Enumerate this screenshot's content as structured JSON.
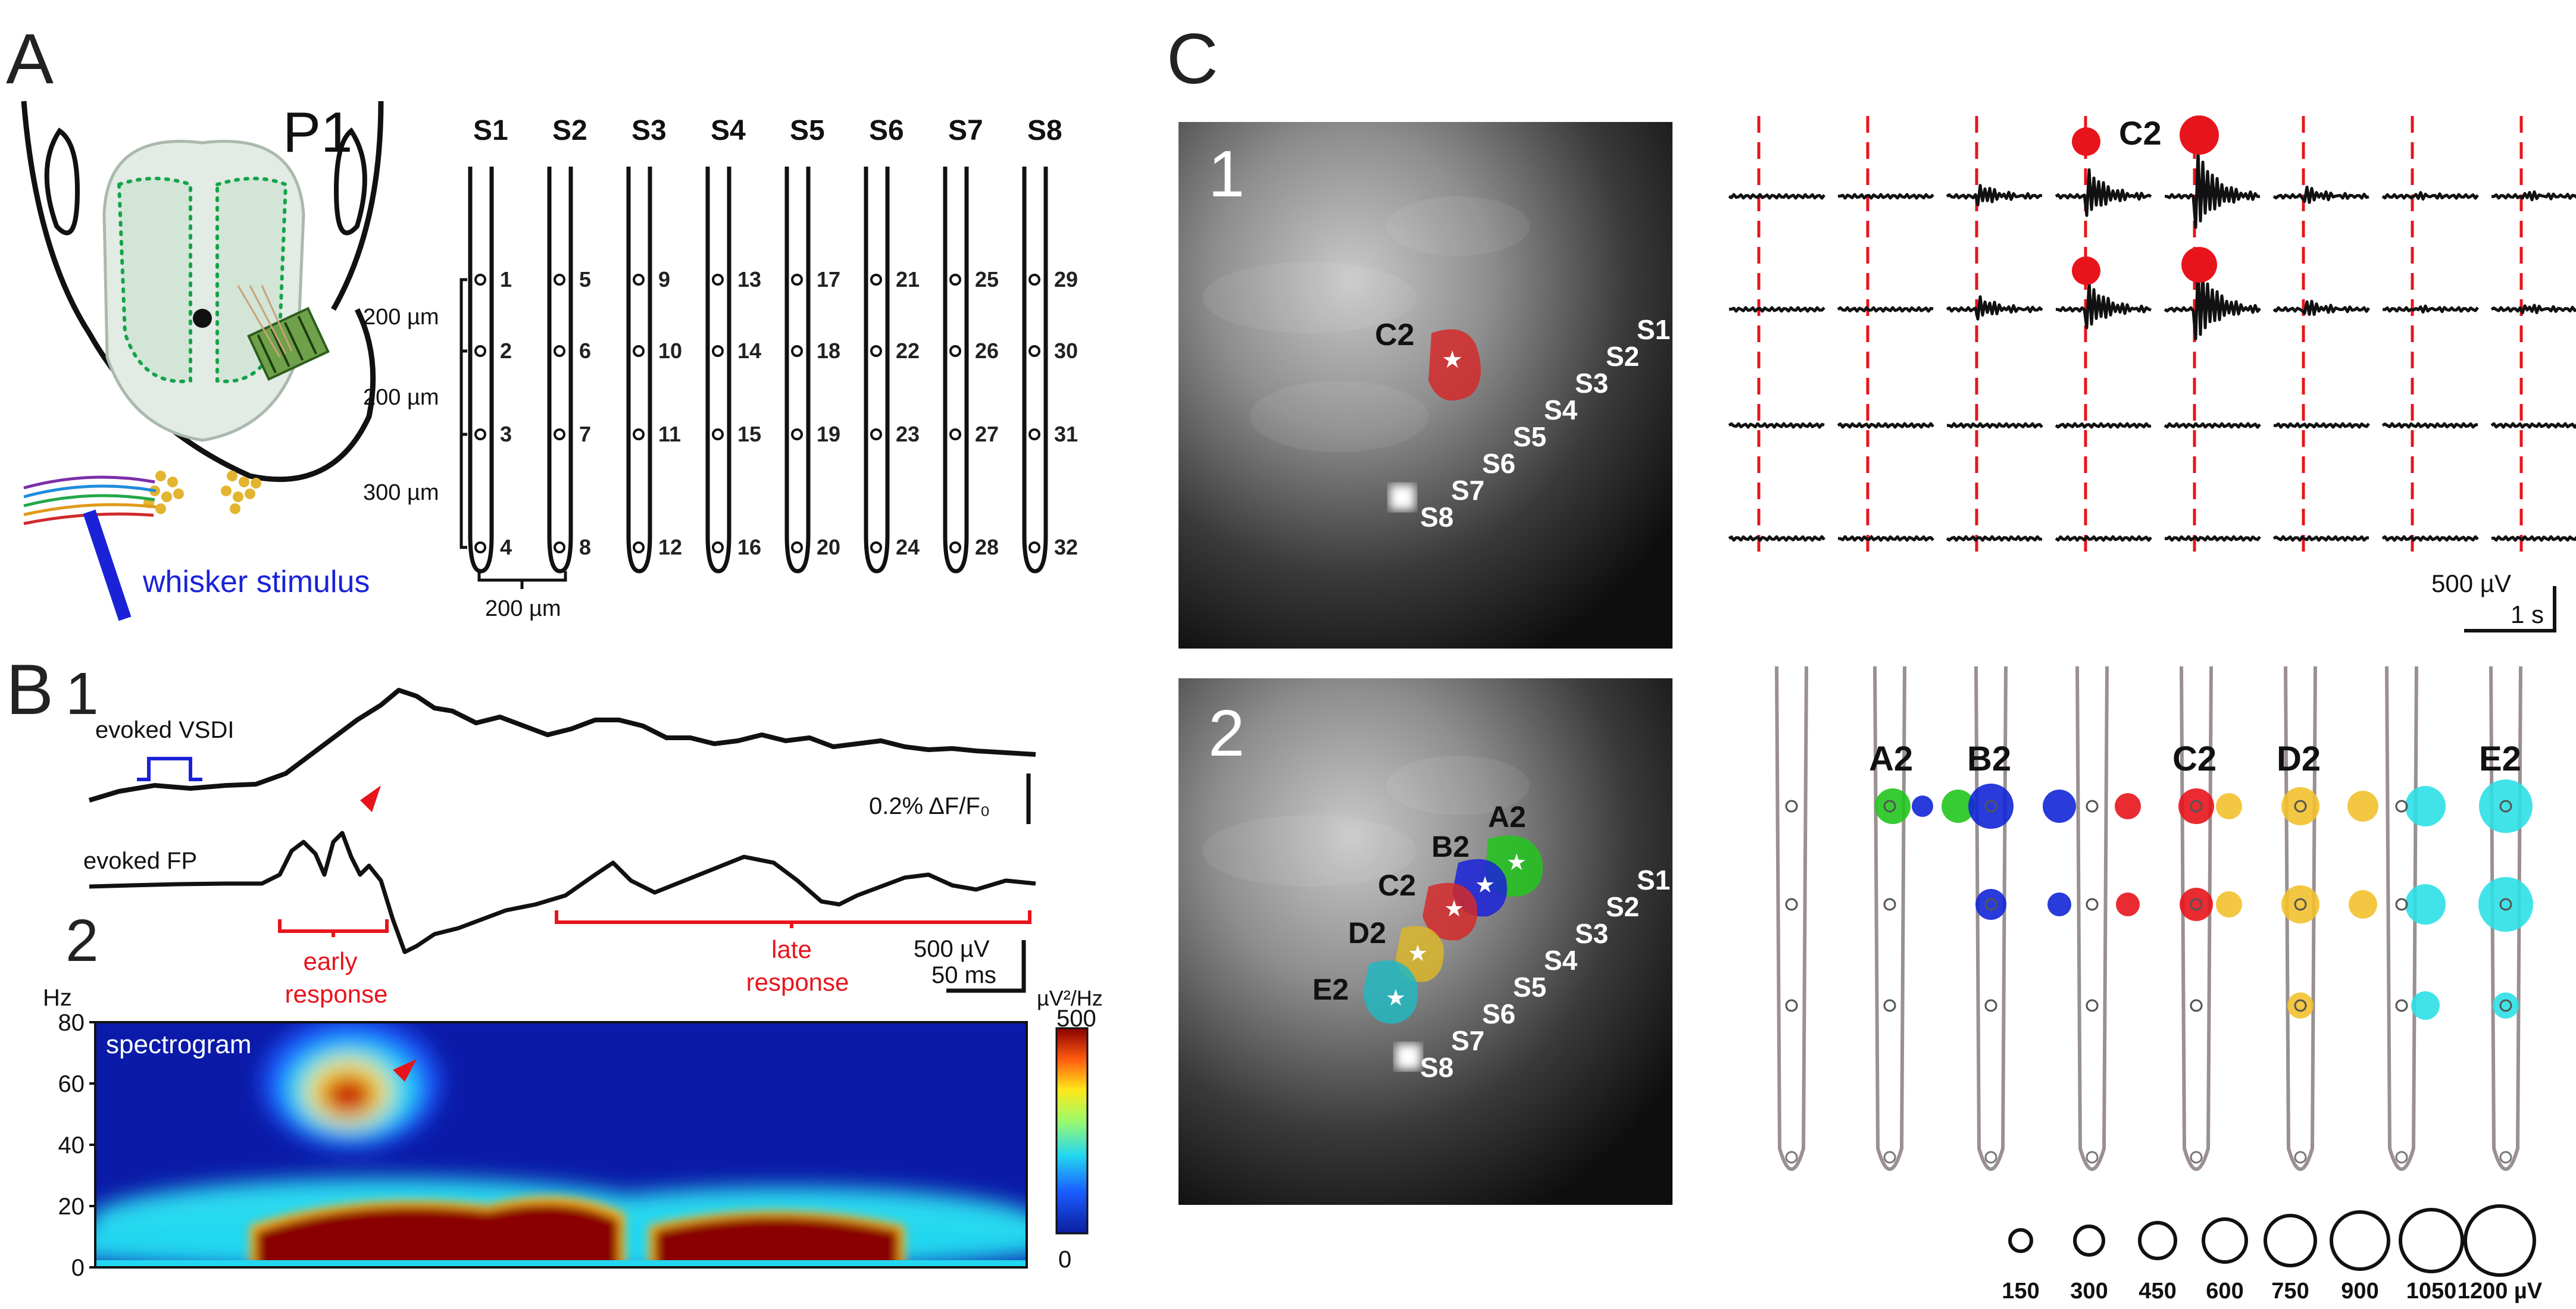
{
  "panels": {
    "A": "A",
    "B": "B",
    "C": "C",
    "b1": "1",
    "b2": "2",
    "c1": "1",
    "c2": "2"
  },
  "panelA": {
    "p1": "P1",
    "whisker": "whisker stimulus",
    "shanks": [
      "S1",
      "S2",
      "S3",
      "S4",
      "S5",
      "S6",
      "S7",
      "S8"
    ],
    "dims": [
      "200 µm",
      "200 µm",
      "300 µm",
      "200 µm"
    ],
    "channels": [
      [
        "1",
        "2",
        "3",
        "4"
      ],
      [
        "5",
        "6",
        "7",
        "8"
      ],
      [
        "9",
        "10",
        "11",
        "12"
      ],
      [
        "13",
        "14",
        "15",
        "16"
      ],
      [
        "17",
        "18",
        "19",
        "20"
      ],
      [
        "21",
        "22",
        "23",
        "24"
      ],
      [
        "25",
        "26",
        "27",
        "28"
      ],
      [
        "29",
        "30",
        "31",
        "32"
      ]
    ]
  },
  "panelB": {
    "vsdi_label": "evoked VSDI",
    "fp_label": "evoked FP",
    "vsdi_scale": "0.2% ΔF/F₀",
    "fp_scale": "500 µV",
    "time_scale": "50 ms",
    "early": [
      "early",
      "response"
    ],
    "late": [
      "late",
      "response"
    ],
    "spectrogram": "spectrogram",
    "hz": "Hz",
    "yticks": [
      "80",
      "60",
      "40",
      "20",
      "0"
    ],
    "cbar_unit": "µV²/Hz",
    "cbar_max": "500",
    "cbar_min": "0"
  },
  "panelC": {
    "c2_label": "C2",
    "shanks": [
      "S1",
      "S2",
      "S3",
      "S4",
      "S5",
      "S6",
      "S7",
      "S8"
    ],
    "whiskers": [
      "A2",
      "B2",
      "C2",
      "D2",
      "E2"
    ],
    "uv_scale": "500 µV",
    "s_scale": "1 s",
    "sizes": [
      "150",
      "300",
      "450",
      "600",
      "750",
      "900",
      "1050",
      "1200 µV"
    ]
  },
  "colors": {
    "red": "#e8141c",
    "blue": "#1226d6",
    "green": "#22c51e",
    "gold": "#f2c12e",
    "cyan": "#2ee0e6",
    "probe": "#9a8f91"
  }
}
